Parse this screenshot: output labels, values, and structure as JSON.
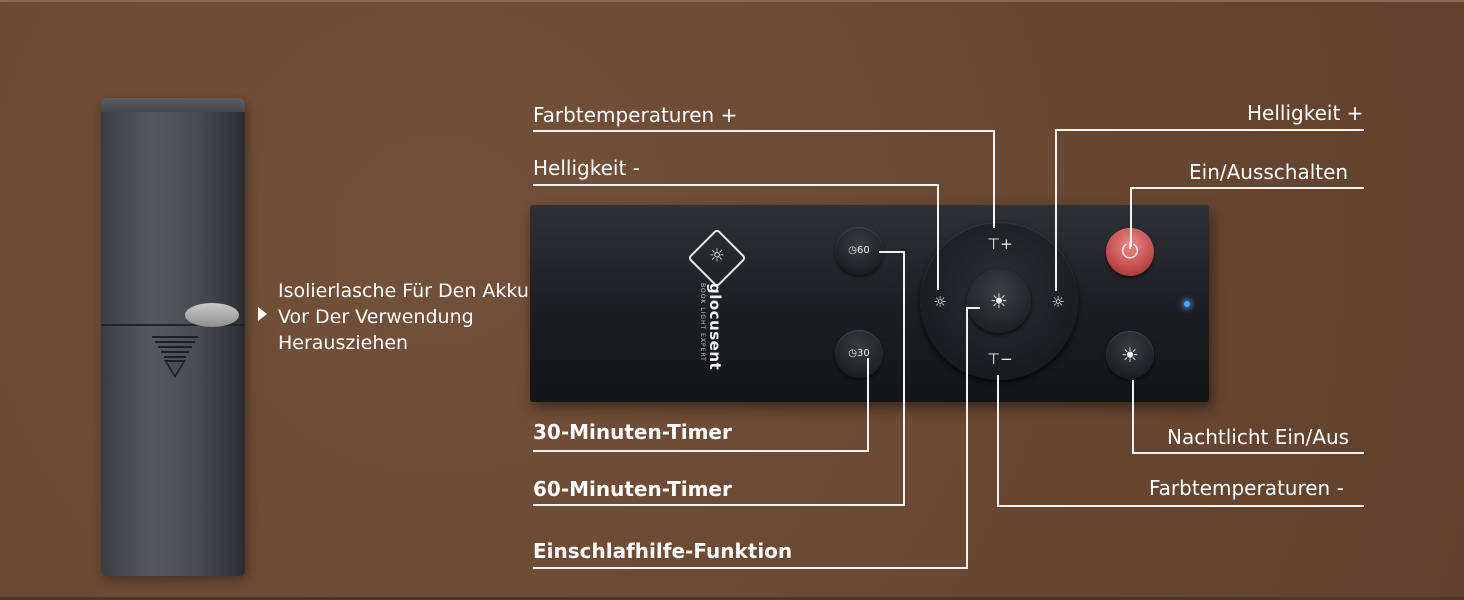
{
  "battery_note": {
    "line1": "Isolierlasche Für Den Akku",
    "line2": "Vor Der Verwendung",
    "line3": "Herausziehen"
  },
  "brand": {
    "name": "glocusent",
    "tagline": "BOOK LIGHT EXPERT",
    "logo_icon": "sun-icon"
  },
  "buttons": {
    "timer60": "60",
    "timer30": "30"
  },
  "labels": {
    "color_temp_plus": "Farbtemperaturen +",
    "brightness_minus": "Helligkeit -",
    "brightness_plus": "Helligkeit +",
    "power": "Ein/Ausschalten",
    "timer30": "30-Minuten-Timer",
    "timer60": "60-Minuten-Timer",
    "sleep_aid": "Einschlafhilfe-Funktion",
    "night_light": "Nachtlicht Ein/Aus",
    "color_temp_minus": "Farbtemperaturen -"
  },
  "colors": {
    "background": "#6b4a34",
    "power_button": "#c85050",
    "led": "#4aa6ff"
  }
}
